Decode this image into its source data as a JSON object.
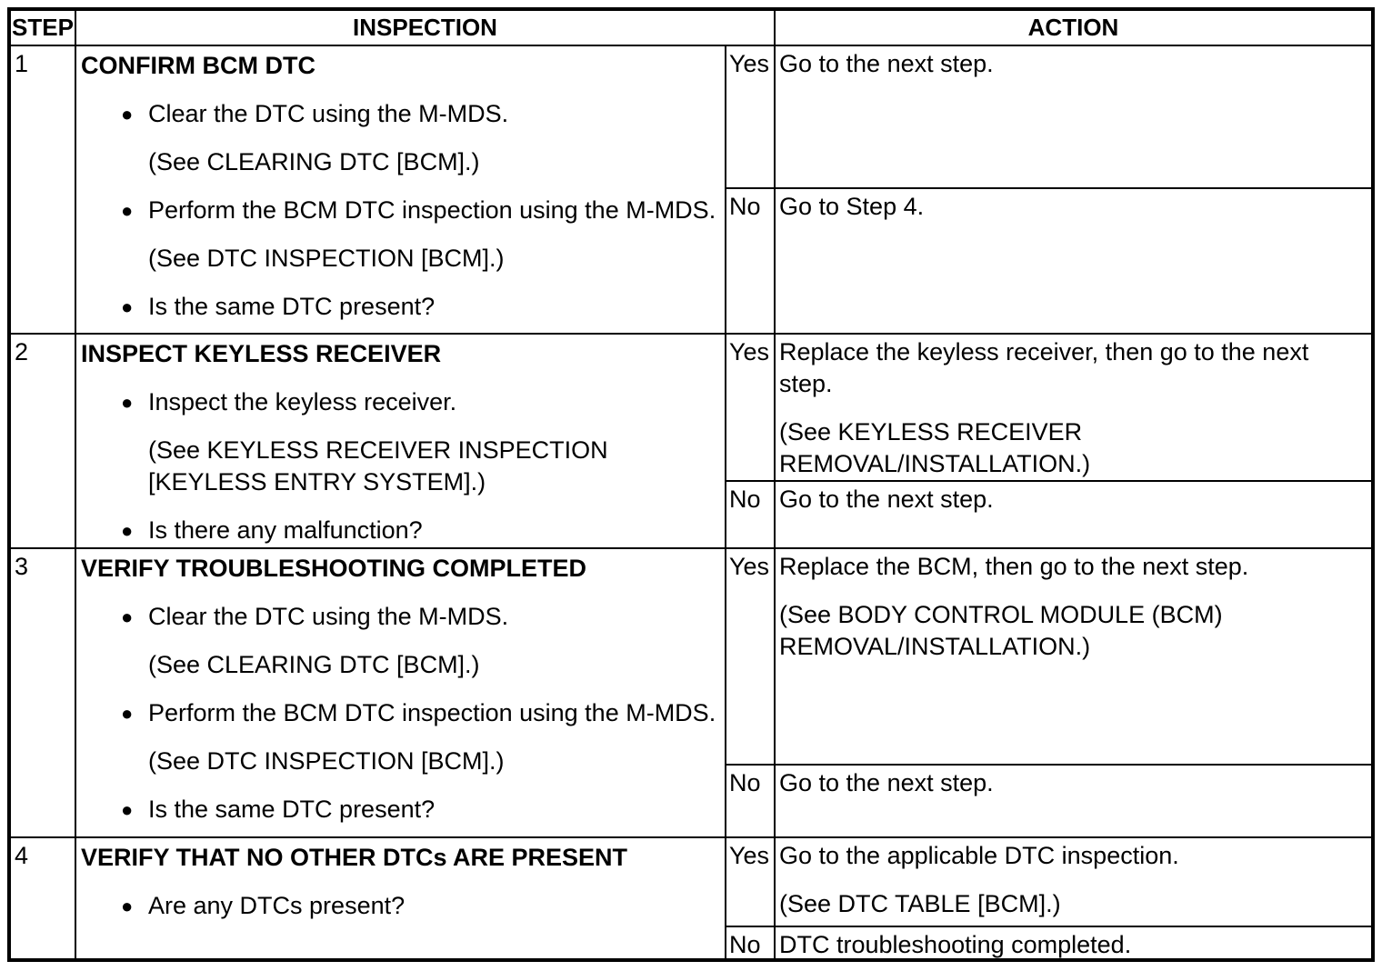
{
  "page": {
    "background": "#ffffff",
    "text_color": "#000000",
    "border_color": "#000000"
  },
  "bullet_icon": "●",
  "table": {
    "headers": {
      "step": "STEP",
      "inspection": "INSPECTION",
      "action": "ACTION"
    },
    "yes_label": "Yes",
    "no_label": "No",
    "rows": [
      {
        "step": "1",
        "title": "CONFIRM BCM DTC",
        "items": [
          {
            "type": "bullet",
            "text": "Clear the DTC using the M-MDS."
          },
          {
            "type": "ref",
            "text": "(See CLEARING DTC [BCM].)"
          },
          {
            "type": "bullet",
            "text": "Perform the BCM DTC inspection using the M-MDS."
          },
          {
            "type": "ref",
            "text": "(See DTC INSPECTION [BCM].)"
          },
          {
            "type": "bullet",
            "text": "Is the same DTC present?"
          }
        ],
        "yes": [
          "Go to the next step."
        ],
        "no": [
          "Go to Step 4."
        ]
      },
      {
        "step": "2",
        "title": "INSPECT KEYLESS RECEIVER",
        "items": [
          {
            "type": "bullet",
            "text": "Inspect the keyless receiver."
          },
          {
            "type": "ref",
            "text": "(See KEYLESS RECEIVER INSPECTION [KEYLESS ENTRY SYSTEM].)"
          },
          {
            "type": "bullet",
            "text": "Is there any malfunction?"
          }
        ],
        "yes": [
          "Replace the keyless receiver, then go to the next step.",
          "(See KEYLESS RECEIVER REMOVAL/INSTALLATION.)"
        ],
        "no": [
          "Go to the next step."
        ]
      },
      {
        "step": "3",
        "title": "VERIFY TROUBLESHOOTING COMPLETED",
        "items": [
          {
            "type": "bullet",
            "text": "Clear the DTC using the M-MDS."
          },
          {
            "type": "ref",
            "text": "(See CLEARING DTC [BCM].)"
          },
          {
            "type": "bullet",
            "text": "Perform the BCM DTC inspection using the M-MDS."
          },
          {
            "type": "ref",
            "text": "(See DTC INSPECTION [BCM].)"
          },
          {
            "type": "bullet",
            "text": "Is the same DTC present?"
          }
        ],
        "yes": [
          "Replace the BCM, then go to the next step.",
          "(See BODY CONTROL MODULE (BCM) REMOVAL/INSTALLATION.)"
        ],
        "no": [
          "Go to the next step."
        ]
      },
      {
        "step": "4",
        "title": "VERIFY THAT NO OTHER DTCs ARE PRESENT",
        "items": [
          {
            "type": "bullet",
            "text": "Are any DTCs present?"
          }
        ],
        "yes": [
          "Go to the applicable DTC inspection.",
          "(See DTC TABLE [BCM].)"
        ],
        "no": [
          "DTC troubleshooting completed."
        ]
      }
    ]
  }
}
